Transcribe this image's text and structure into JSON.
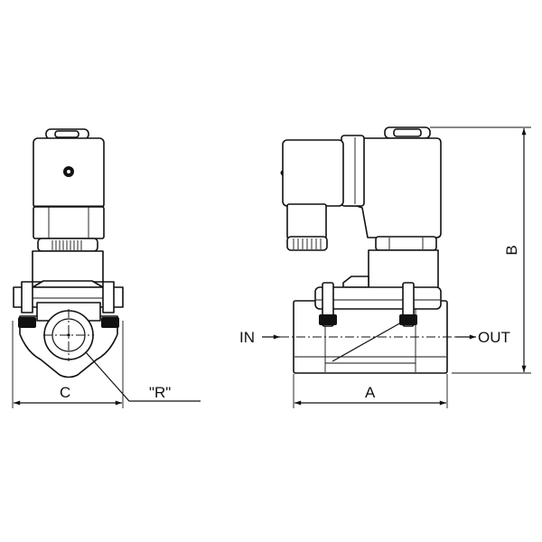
{
  "diagram": {
    "type": "technical-drawing",
    "subject": "solenoid valve dimensional drawing",
    "views": [
      "side-view",
      "front-view"
    ],
    "colors": {
      "line": "#111111",
      "background": "#ffffff"
    }
  },
  "labels": {
    "dim_a": "A",
    "dim_b": "B",
    "dim_c": "C",
    "thread_r": "\"R\"",
    "inlet": "IN",
    "outlet": "OUT"
  }
}
